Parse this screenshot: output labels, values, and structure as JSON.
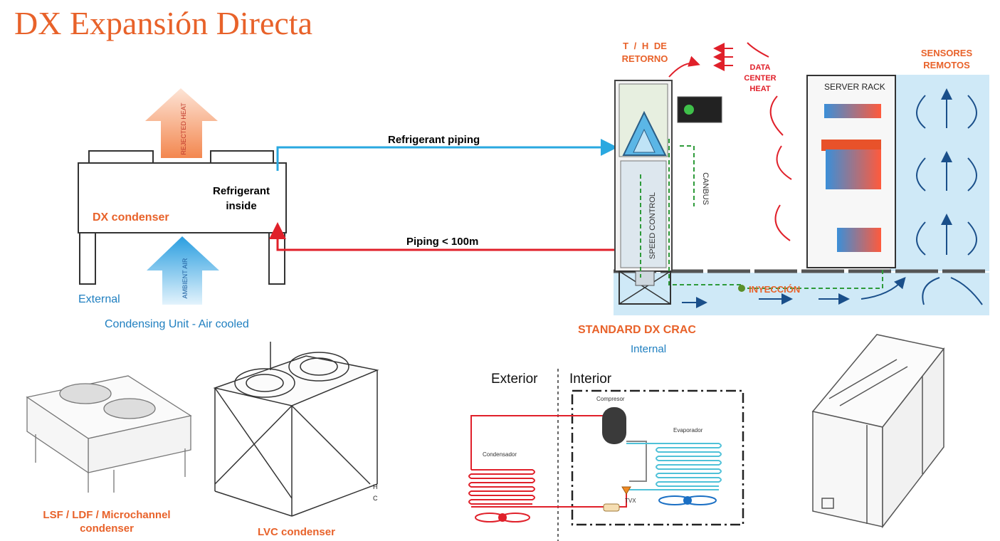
{
  "title": "DX Expansión Directa",
  "condensing_unit": {
    "rejected_heat": "REJECTED HEAT",
    "ambient_air": "AMBIENT AIR",
    "condenser_label": "DX condenser",
    "refrigerant_inside": "Refrigerant inside",
    "external": "External",
    "caption": "Condensing Unit - Air cooled"
  },
  "piping": {
    "top": "Refrigerant piping",
    "bottom": "Piping < 100m"
  },
  "crac": {
    "return_th": "T / H DE RETORNO",
    "data_center_heat": "DATA CENTER HEAT",
    "remote_sensors": "SENSORES REMOTOS",
    "server_rack": "SERVER RACK",
    "canbus": "CANBUS",
    "speed_control": "SPEED CONTROL",
    "injection": "INYECCIÓN",
    "caption": "STANDARD DX CRAC",
    "internal": "Internal"
  },
  "products": {
    "lsf": "LSF / LDF / Microchannel condenser",
    "lvc": "LVC condenser",
    "lvc_side_marks": "H C"
  },
  "cycle": {
    "exterior": "Exterior",
    "interior": "Interior",
    "compressor": "Compresor",
    "evaporator": "Evaporador",
    "condenser": "Condensador",
    "tvx": "TVX"
  },
  "colors": {
    "accent_orange": "#e8622a",
    "blue_text": "#1f7fc0",
    "pipe_blue": "#29a8e0",
    "pipe_red": "#e0202a",
    "air_blue": "#cfe9f7"
  }
}
